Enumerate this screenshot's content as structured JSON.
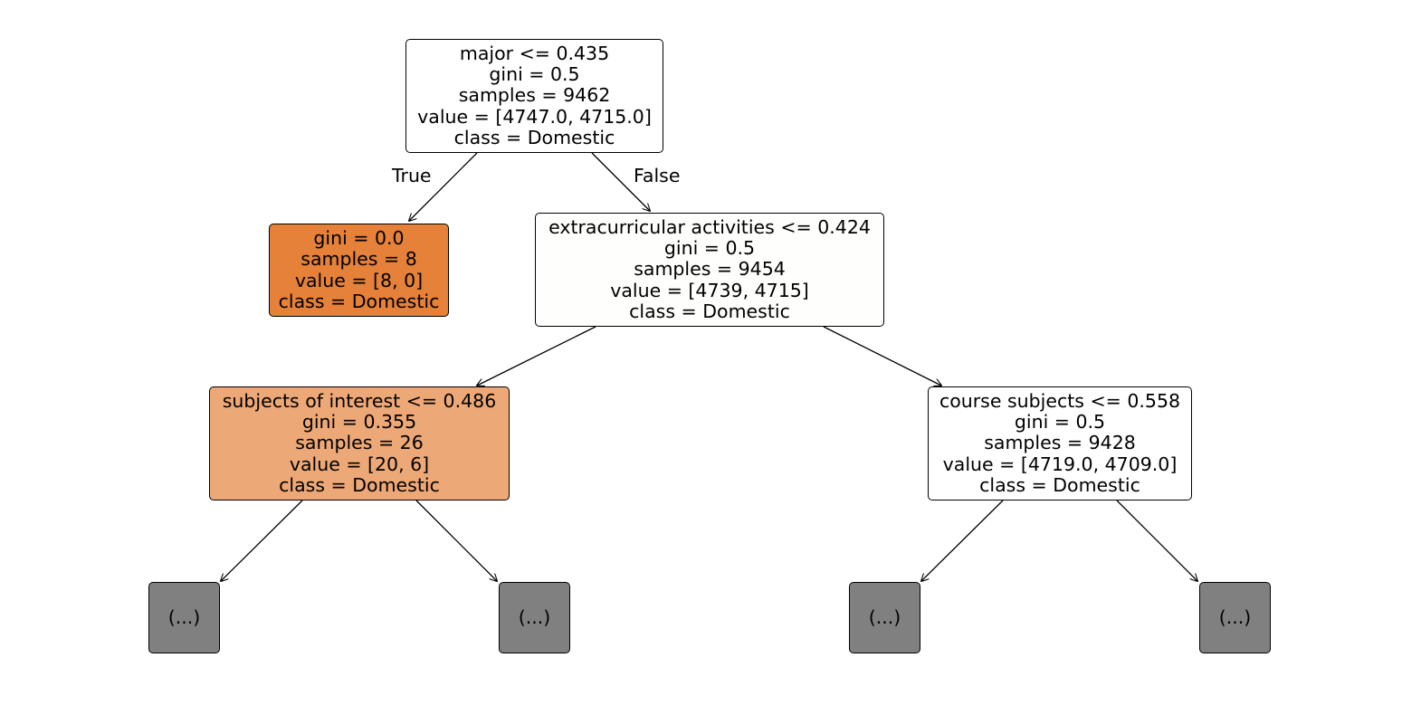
{
  "nodes": {
    "root": {
      "lines": [
        "major <= 0.435",
        "gini = 0.5",
        "samples = 9462",
        "value = [4747.0, 4715.0]",
        "class = Domestic"
      ],
      "fill": "#ffffff"
    },
    "left_leaf": {
      "lines": [
        "gini = 0.0",
        "samples = 8",
        "value = [8, 0]",
        "class = Domestic"
      ],
      "fill": "#e58139"
    },
    "right_internal": {
      "lines": [
        "extracurricular activities <= 0.424",
        "gini = 0.5",
        "samples = 9454",
        "value = [4739, 4715]",
        "class = Domestic"
      ],
      "fill": "#fefefd"
    },
    "subjects_node": {
      "lines": [
        "subjects of interest <= 0.486",
        "gini = 0.355",
        "samples = 26",
        "value = [20, 6]",
        "class = Domestic"
      ],
      "fill": "#eda877"
    },
    "course_node": {
      "lines": [
        "course subjects <= 0.558",
        "gini = 0.5",
        "samples = 9428",
        "value = [4719.0, 4709.0]",
        "class = Domestic"
      ],
      "fill": "#ffffff"
    },
    "truncated": {
      "label": "(...)",
      "fill": "#808080"
    }
  },
  "edge_labels": {
    "true_label": "True",
    "false_label": "False"
  }
}
